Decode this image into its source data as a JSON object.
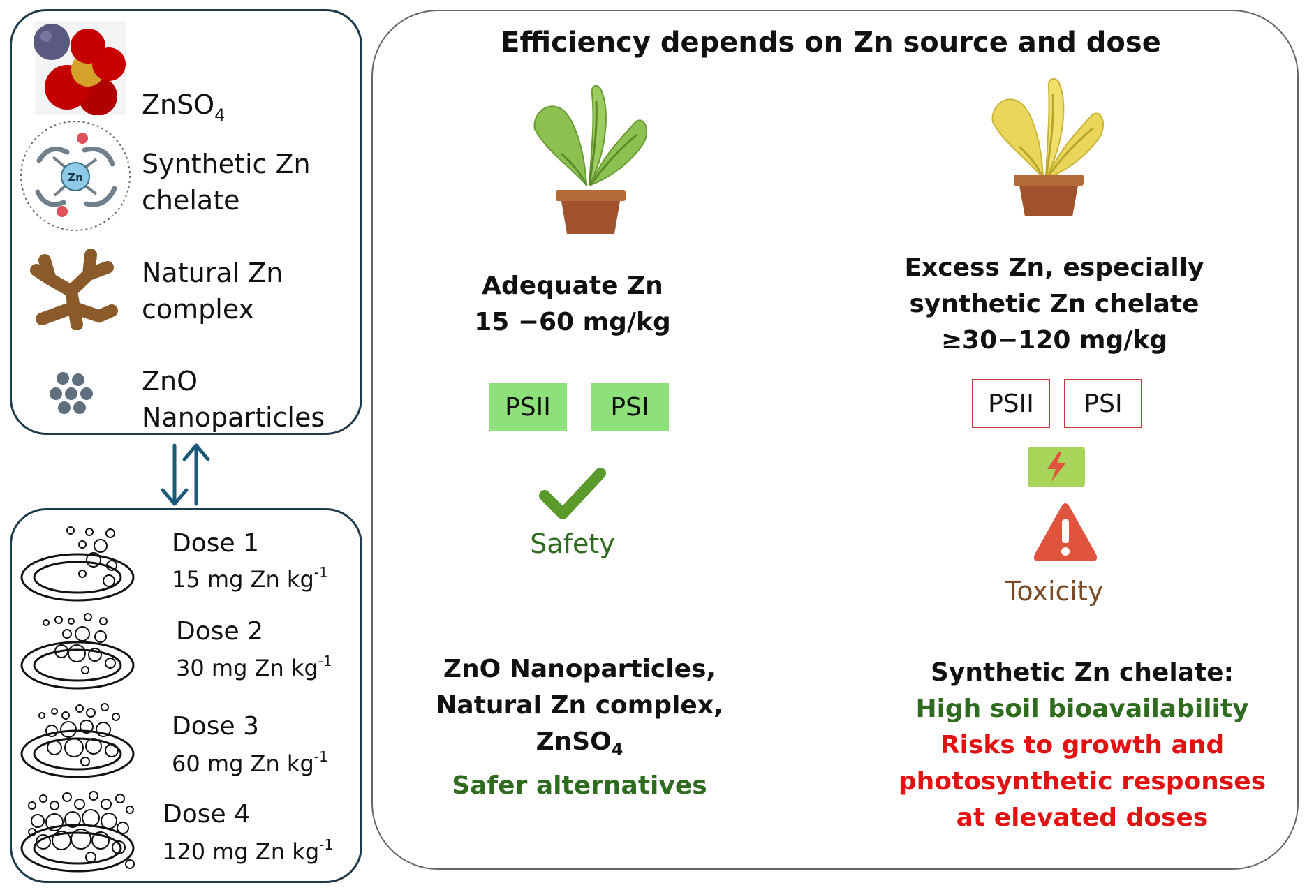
{
  "sources": {
    "items": [
      {
        "main": "ZnSO",
        "sub": "4",
        "icon": "zinc-sulfate-molecule-icon"
      },
      {
        "main": "Synthetic Zn\nchelate",
        "sub": "",
        "icon": "synthetic-chelate-icon",
        "badge": "Zn"
      },
      {
        "main": "Natural Zn\ncomplex",
        "sub": "",
        "icon": "natural-complex-icon"
      },
      {
        "main": "ZnO\nNanoparticles",
        "sub": "",
        "icon": "nanoparticles-icon"
      }
    ]
  },
  "doses": [
    {
      "title": "Dose 1",
      "amount": "15 mg Zn kg",
      "exp": "-1"
    },
    {
      "title": "Dose 2",
      "amount": "30 mg Zn kg",
      "exp": "-1"
    },
    {
      "title": "Dose 3",
      "amount": "60 mg Zn kg",
      "exp": "-1"
    },
    {
      "title": "Dose 4",
      "amount": "120 mg Zn kg",
      "exp": "-1"
    }
  ],
  "main": {
    "title": "Efficiency depends on Zn source and dose",
    "left": {
      "heading_line1": "Adequate Zn",
      "heading_line2": "15 −60 mg/kg",
      "ps_labels": [
        "PSII",
        "PSI"
      ],
      "status": "Safety",
      "bottom_line1": "ZnO Nanoparticles,",
      "bottom_line2": "Natural Zn complex,",
      "bottom_line3_main": "ZnSO",
      "bottom_line3_sub": "4",
      "bottom_note": "Safer alternatives"
    },
    "right": {
      "heading_line1": "Excess Zn, especially",
      "heading_line2": "synthetic Zn chelate",
      "heading_line3": "≥30−120 mg/kg",
      "ps_labels": [
        "PSII",
        "PSI"
      ],
      "status": "Toxicity",
      "bottom_line1": "Synthetic Zn chelate:",
      "bottom_green": "High soil bioavailability",
      "bottom_red1": "Risks to growth and",
      "bottom_red2": "photosynthetic responses",
      "bottom_red3": "at elevated doses"
    }
  },
  "colors": {
    "panel_border": "#1f3a4a",
    "arrow": "#1a5a78",
    "healthy_leaf": "#8cc152",
    "stressed_leaf": "#ead65a",
    "pot": "#a0522d",
    "ps_active": "#8ee07a",
    "ps_damaged_border": "#c23a3a",
    "check": "#5a9a2a",
    "warning": "#e0533d",
    "green_text": "#2e6b1e",
    "red_text": "#e31212"
  }
}
